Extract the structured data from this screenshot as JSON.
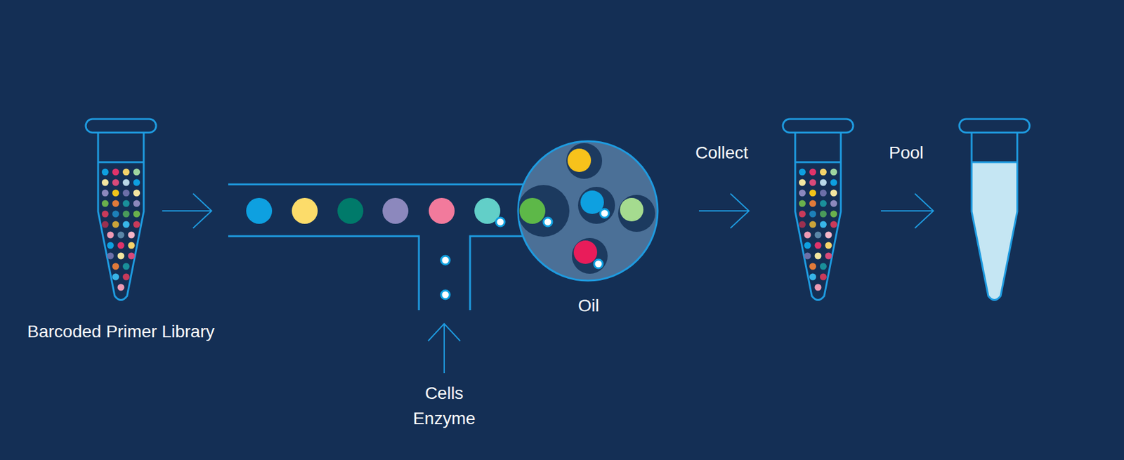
{
  "diagram": {
    "labels": [
      "Barcoded Primer Library",
      "Collect",
      "Pool",
      "Oil",
      "Cells Enzyme"
    ]
  }
}
